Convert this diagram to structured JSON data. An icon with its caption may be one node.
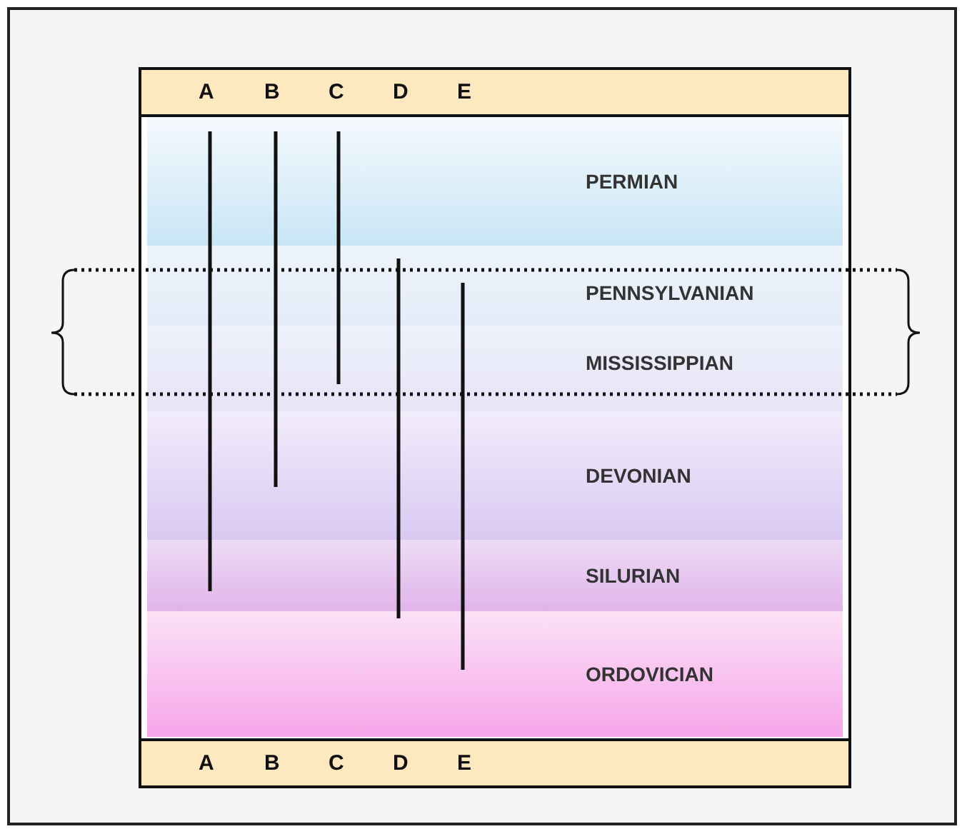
{
  "diagram": {
    "nodes": [
      {
        "text": [
          "PERMIAN"
        ]
      },
      {
        "text": [
          "PENNSYLVANIAN"
        ]
      },
      {
        "text": [
          "MISSISSIPPIAN"
        ]
      },
      {
        "text": [
          "DEVONIAN"
        ]
      },
      {
        "text": [
          "SILURIAN"
        ]
      },
      {
        "text": [
          "ORDOVICIAN"
        ]
      }
    ],
    "labels": [
      "A",
      "B",
      "C",
      "D",
      "E",
      "A",
      "B",
      "C",
      "D",
      "E"
    ]
  }
}
